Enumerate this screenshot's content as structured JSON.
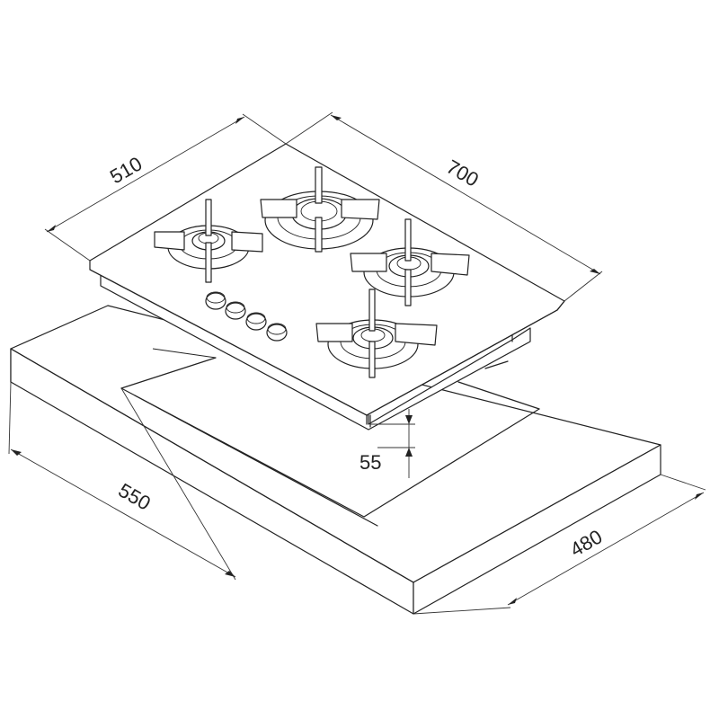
{
  "dimensions": {
    "hob_depth": "510",
    "hob_width": "700",
    "hob_height": "55",
    "cutout_width": "550",
    "cutout_depth": "480"
  },
  "components": {
    "burners": [
      "burner-rear-left",
      "burner-rear-center-large",
      "burner-right",
      "burner-front"
    ],
    "knobs_count": 4
  }
}
